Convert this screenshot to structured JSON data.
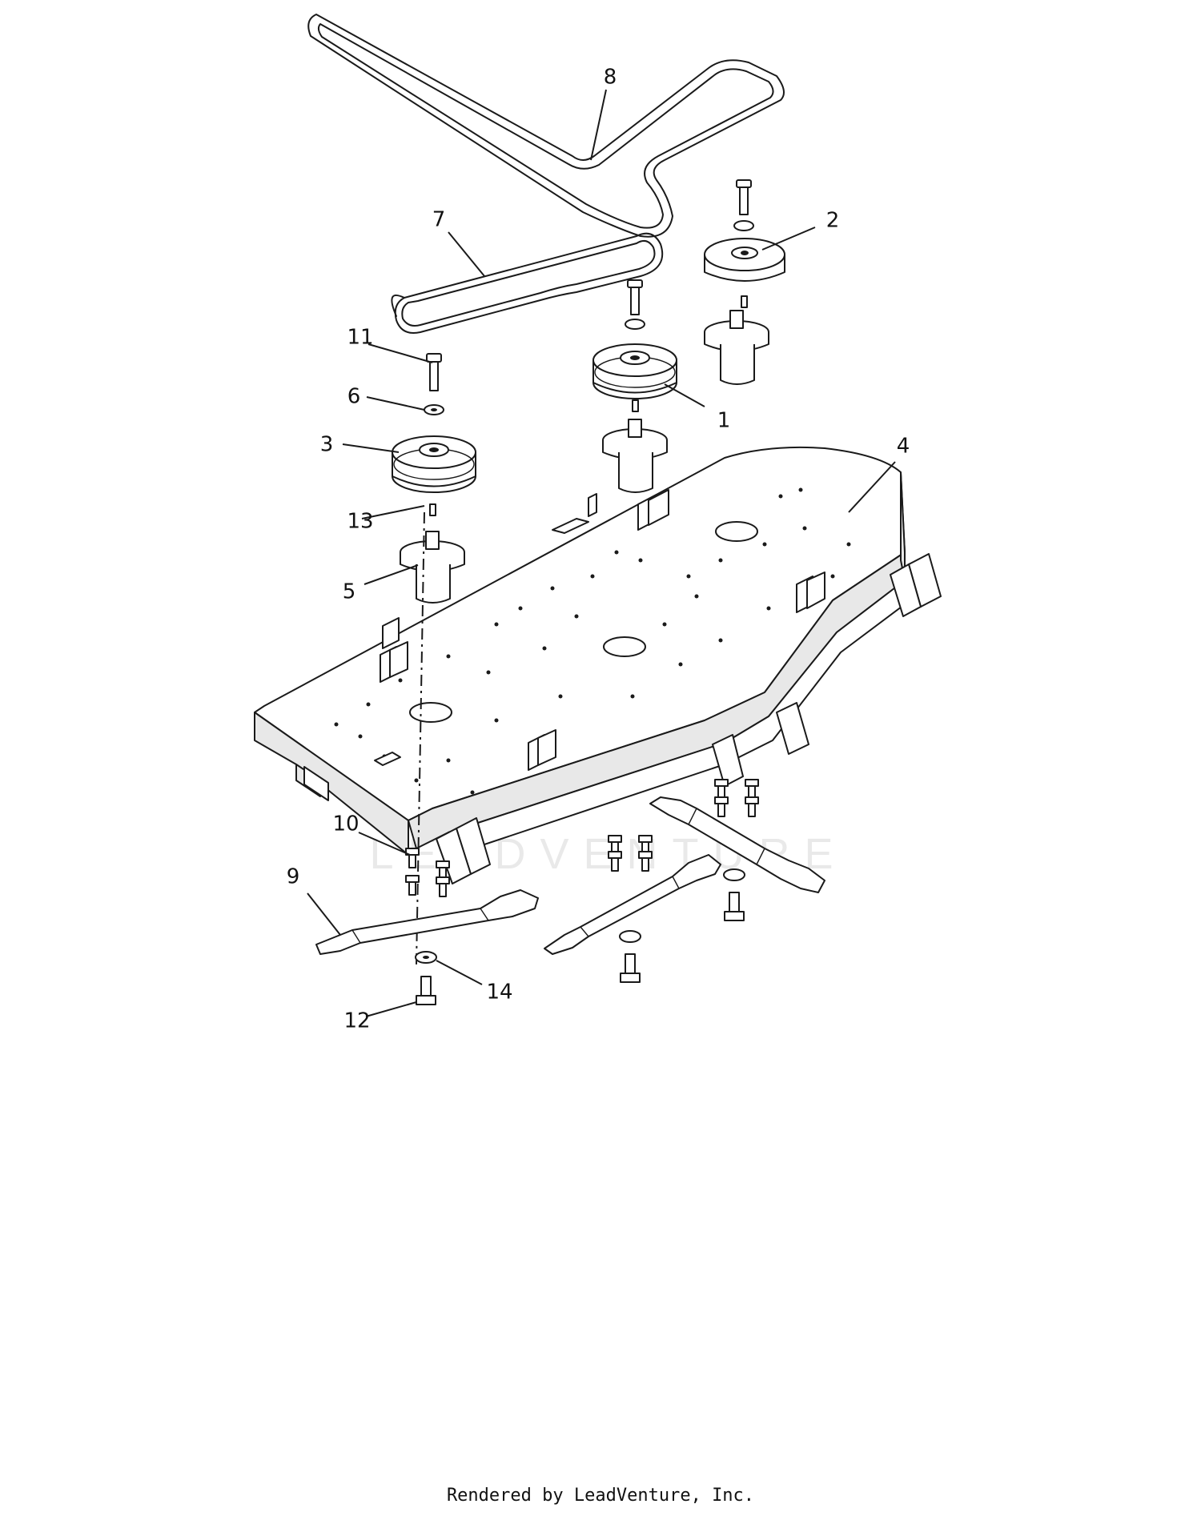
{
  "diagram": {
    "callouts": [
      {
        "id": "c1",
        "label": "1"
      },
      {
        "id": "c2",
        "label": "2"
      },
      {
        "id": "c3",
        "label": "3"
      },
      {
        "id": "c4",
        "label": "4"
      },
      {
        "id": "c5",
        "label": "5"
      },
      {
        "id": "c6",
        "label": "6"
      },
      {
        "id": "c7",
        "label": "7"
      },
      {
        "id": "c8",
        "label": "8"
      },
      {
        "id": "c9",
        "label": "9"
      },
      {
        "id": "c10",
        "label": "10"
      },
      {
        "id": "c11",
        "label": "11"
      },
      {
        "id": "c12",
        "label": "12"
      },
      {
        "id": "c13",
        "label": "13"
      },
      {
        "id": "c14",
        "label": "14"
      }
    ],
    "watermark": "LEADVENTURE"
  },
  "footer": {
    "text": "Rendered by LeadVenture, Inc."
  },
  "colors": {
    "line": "#1a1a1a",
    "background": "#ffffff",
    "watermark": "#cfcfcf"
  }
}
